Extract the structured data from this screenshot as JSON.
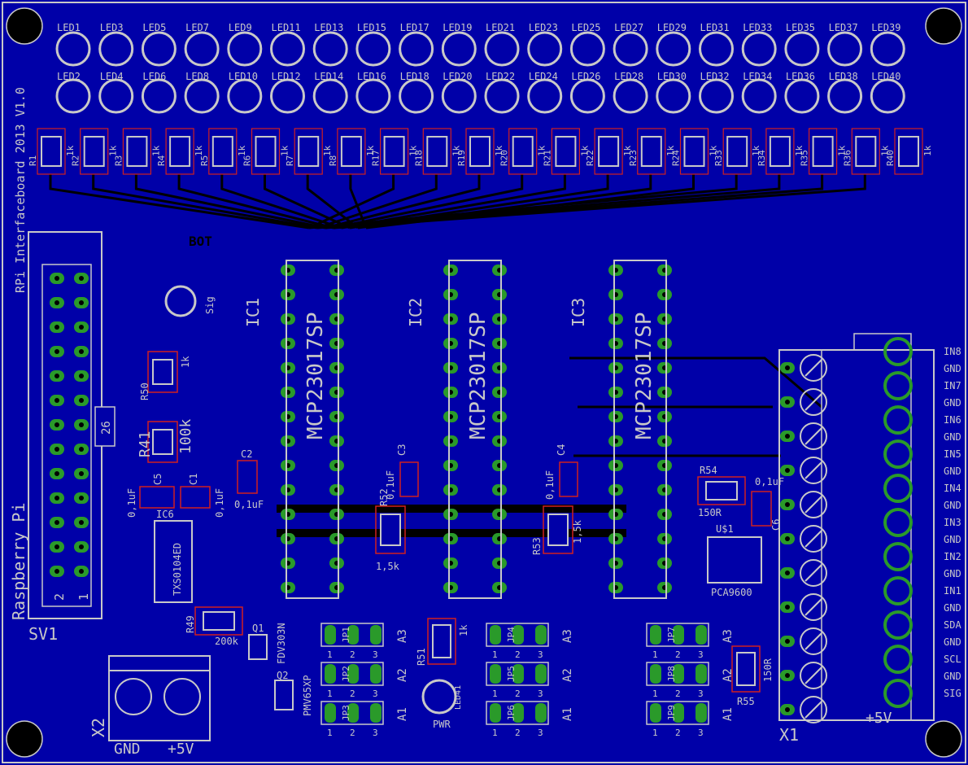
{
  "colors": {
    "board": "#0000a8",
    "copper": "#000000",
    "silk": "#c8c8c8",
    "pad": "#2a9a2a",
    "part": "#d02020"
  },
  "top_text": "RPi Interfaceboard 2013 V1.0",
  "bot_label": "BOT",
  "leds_top": [
    "LED1",
    "LED3",
    "LED5",
    "LED7",
    "LED9",
    "LED11",
    "LED13",
    "LED15",
    "LED17",
    "LED19",
    "LED21",
    "LED23",
    "LED25",
    "LED27",
    "LED29",
    "LED31",
    "LED33",
    "LED35",
    "LED37",
    "LED39"
  ],
  "leds_bottom": [
    "LED2",
    "LED4",
    "LED6",
    "LED8",
    "LED10",
    "LED12",
    "LED14",
    "LED16",
    "LED18",
    "LED20",
    "LED22",
    "LED24",
    "LED26",
    "LED28",
    "LED30",
    "LED32",
    "LED34",
    "LED36",
    "LED38",
    "LED40"
  ],
  "resistors_row": [
    "R1",
    "R2",
    "R3",
    "R4",
    "R5",
    "R6",
    "R7",
    "R8",
    "R17",
    "R18",
    "R19",
    "R20",
    "R21",
    "R22",
    "R23",
    "R24",
    "R33",
    "R34",
    "R35",
    "R36",
    "R40"
  ],
  "resistor_value": "1k",
  "header": {
    "name": "SV1",
    "title": "Raspberry Pi",
    "pin_1": "1",
    "pin_2": "2",
    "pin_26": "26"
  },
  "ics": [
    {
      "ref": "IC1",
      "part": "MCP23017SP"
    },
    {
      "ref": "IC2",
      "part": "MCP23017SP"
    },
    {
      "ref": "IC3",
      "part": "MCP23017SP"
    }
  ],
  "sig_label": "Sig",
  "pwr_label": "PWR",
  "led41": "LED41",
  "caps": {
    "c1": "C1",
    "c2": "C2",
    "c3": "C3",
    "c4": "C4",
    "c5": "C5",
    "c6": "C6",
    "value": "0,1uF"
  },
  "parts": {
    "r50": "R50",
    "r50v": "1k",
    "r41": "R41",
    "r41v": "100k",
    "r49": "R49",
    "r49v": "200k",
    "r52": "R52",
    "r52v": "1,5k",
    "r53": "R53",
    "r53v": "1,5k",
    "r54": "R54",
    "r54v": "150R",
    "r55": "R55",
    "r55v": "150R",
    "r51": "R51",
    "r51v": "1k",
    "ic6": "IC6",
    "ic6v": "TXS0104ED",
    "u1": "U$1",
    "u1v": "PCA9600",
    "q1": "Q1",
    "q1v": "FDV303N",
    "q2": "Q2",
    "q2v": "PMV65XP",
    "x1": "X1",
    "x2": "X2",
    "gnd": "GND",
    "plus5v": "+5V"
  },
  "jumpers": [
    "JP1",
    "JP2",
    "JP3",
    "JP4",
    "JP5",
    "JP6",
    "JP7",
    "JP8",
    "JP9"
  ],
  "jp_pins": [
    "1",
    "2",
    "3"
  ],
  "addr_labels": [
    "A3",
    "A2",
    "A1"
  ],
  "terminal_labels": [
    "IN8",
    "GND",
    "IN7",
    "GND",
    "IN6",
    "GND",
    "IN5",
    "GND",
    "IN4",
    "GND",
    "IN3",
    "GND",
    "IN2",
    "GND",
    "IN1",
    "GND",
    "SDA",
    "GND",
    "SCL",
    "GND",
    "SIG"
  ]
}
